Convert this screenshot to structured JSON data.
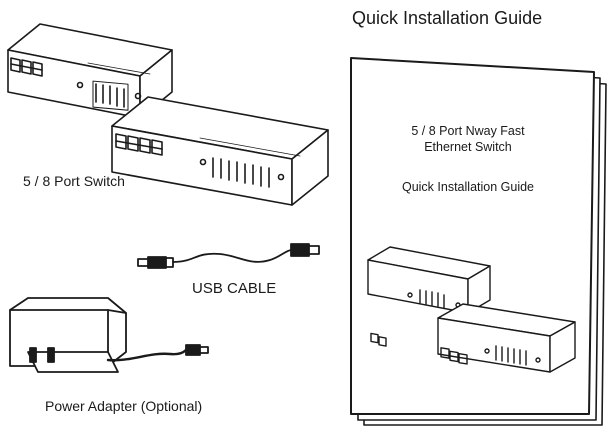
{
  "header": {
    "title": "Quick Installation Guide"
  },
  "items": {
    "switch_label": "5 / 8 Port Switch",
    "usb_label": "USB CABLE",
    "adapter_label": "Power Adapter (Optional)"
  },
  "booklet": {
    "cover_line1": "5 / 8 Port Nway Fast",
    "cover_line2": "Ethernet Switch",
    "cover_subtitle": "Quick Installation Guide"
  },
  "icons": [
    "network-switch-icon",
    "usb-cable-icon",
    "power-adapter-icon",
    "guide-booklet-icon"
  ]
}
